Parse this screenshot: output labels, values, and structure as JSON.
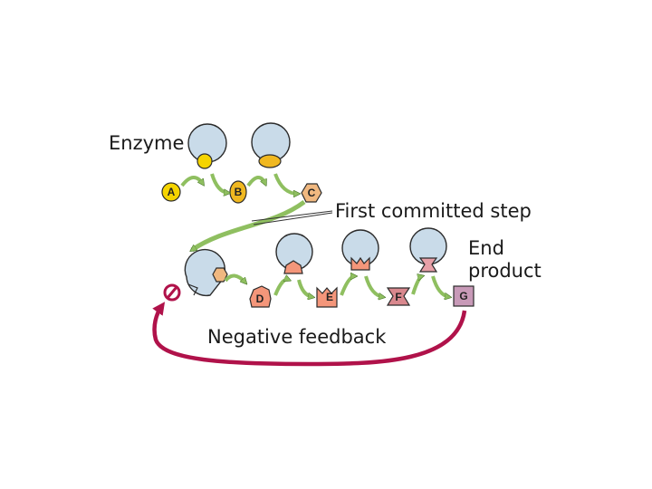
{
  "labels": {
    "enzyme": "Enzyme",
    "first_committed_step": "First committed step",
    "end_product_line1": "End",
    "end_product_line2": "product",
    "negative_feedback": "Negative feedback"
  },
  "substrates": [
    "A",
    "B",
    "C",
    "D",
    "E",
    "F",
    "G"
  ],
  "colors": {
    "enzyme_fill": "#c9dbe9",
    "enzyme_stroke": "#2b2b2b",
    "yellow_substrate": "#f5d400",
    "orange_substrate": "#f0b820",
    "salmon_substrate": "#f4967a",
    "pink_substrate": "#e7a0a8",
    "product_purple": "#c89ab8",
    "arrow_green": "#8fbf60",
    "feedback_crimson": "#b0124a"
  }
}
